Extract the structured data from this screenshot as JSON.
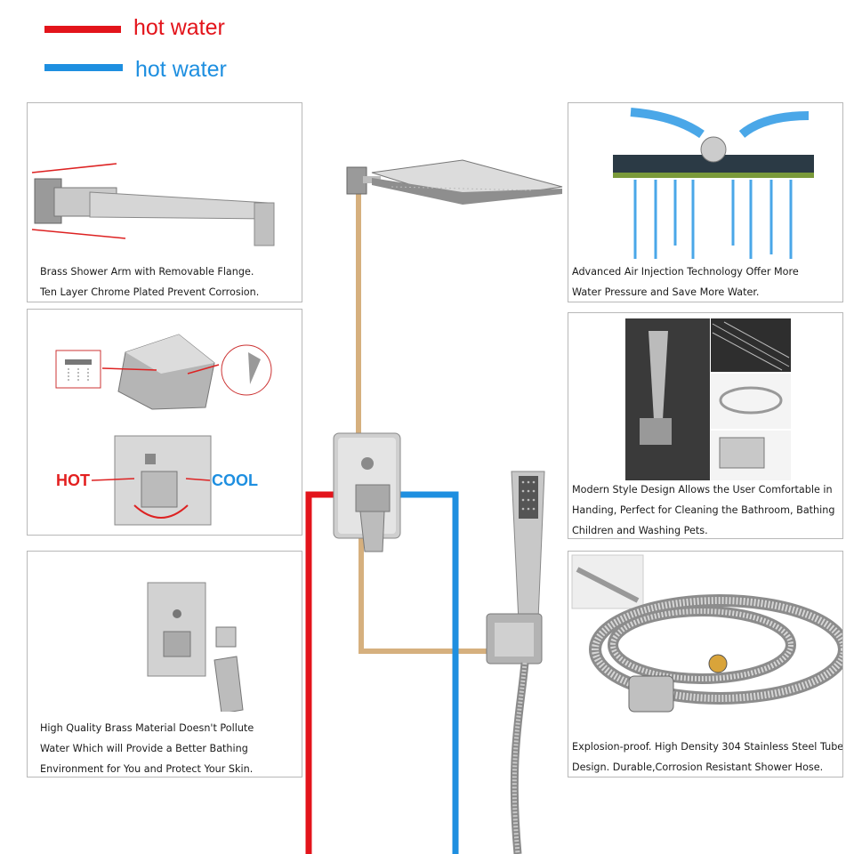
{
  "legend": [
    {
      "label": "hot water",
      "color": "#e3141b"
    },
    {
      "label": "hot water",
      "color": "#1e8fe0"
    }
  ],
  "pipe_colors": {
    "hot": "#e3141b",
    "cold": "#1e8fe0",
    "mixed": "#d6b07e"
  },
  "panels": {
    "shower_arm": {
      "lines": [
        "Brass Shower Arm with Removable Flange.",
        "Ten Layer Chrome Plated Prevent Corrosion."
      ]
    },
    "diverter": {
      "hot_label": "HOT",
      "cool_label": "COOL",
      "lines": []
    },
    "brass_material": {
      "lines": [
        "High Quality Brass Material Doesn't Pollute",
        "Water Which will Provide a Better Bathing",
        "Environment for You and Protect Your Skin."
      ]
    },
    "air_injection": {
      "lines": [
        "Advanced Air Injection Technology Offer More",
        "Water Pressure and Save More Water."
      ]
    },
    "modern_design": {
      "lines": [
        "Modern Style Design Allows the User Comfortable in",
        "Handing, Perfect for Cleaning the Bathroom, Bathing",
        "Children and Washing Pets."
      ]
    },
    "hose": {
      "lines": [
        "Explosion-proof. High Density 304 Stainless Steel Tube",
        "Design. Durable,Corrosion Resistant Shower Hose."
      ]
    }
  },
  "icons": [
    "shower-head-icon",
    "hand-shower-icon",
    "diverter-valve-icon",
    "mixer-valve-icon",
    "shower-hose-icon"
  ]
}
